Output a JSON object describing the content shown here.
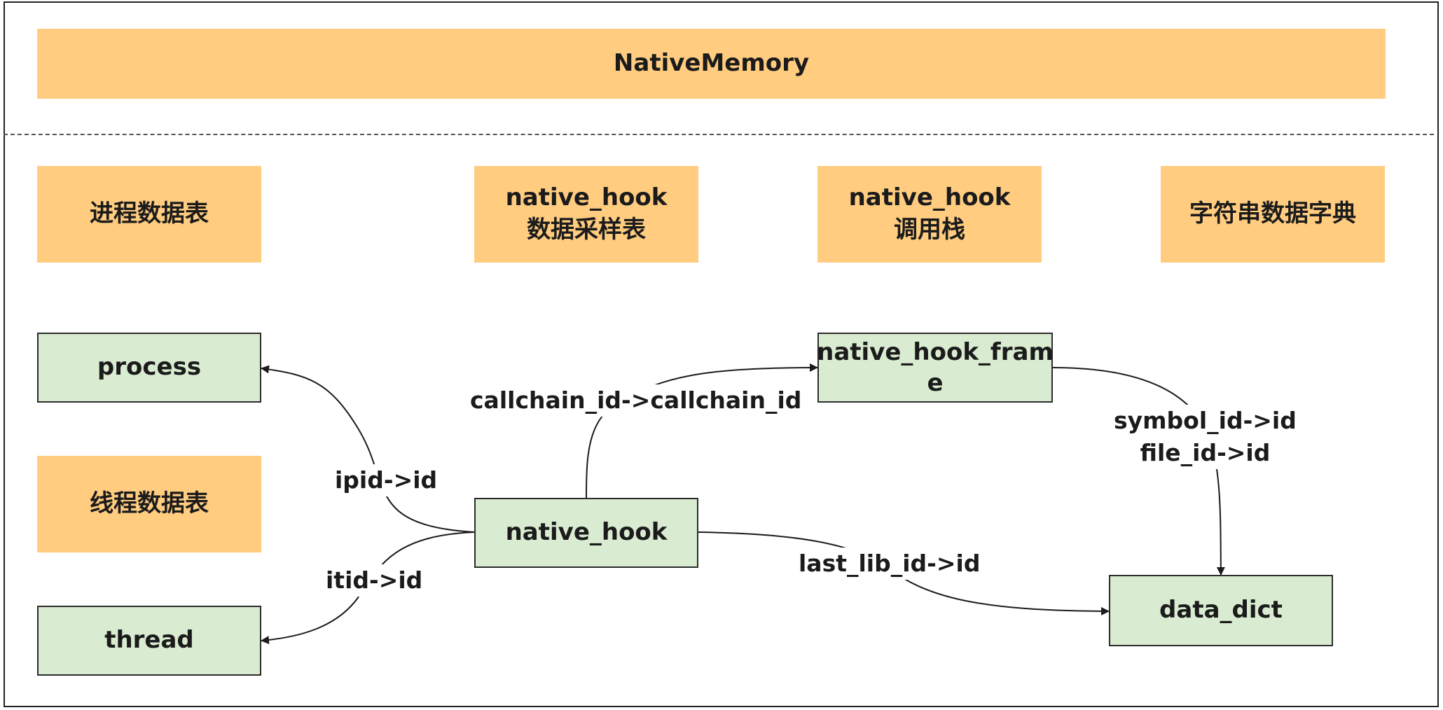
{
  "header": {
    "title": "NativeMemory"
  },
  "categories": [
    {
      "lines": [
        "进程数据表"
      ]
    },
    {
      "lines": [
        "native_hook",
        "数据采样表"
      ]
    },
    {
      "lines": [
        "native_hook",
        "调用栈"
      ]
    },
    {
      "lines": [
        "字符串数据字典"
      ]
    },
    {
      "lines": [
        "线程数据表"
      ]
    }
  ],
  "tables": {
    "process": "process",
    "thread": "thread",
    "native_hook": "native_hook",
    "native_hook_frame": [
      "native_hook_fram",
      "e"
    ],
    "data_dict": "data_dict"
  },
  "edges": {
    "ipid": "ipid->id",
    "itid": "itid->id",
    "callchain": "callchain_id->callchain_id",
    "symbol": "symbol_id->id",
    "file": "file_id->id",
    "last_lib": "last_lib_id->id"
  },
  "colors": {
    "category_fill": "#ffcc80",
    "table_fill": "#d9ecd1",
    "table_border": "#2b2b2b",
    "edge": "#1b1b1b"
  }
}
